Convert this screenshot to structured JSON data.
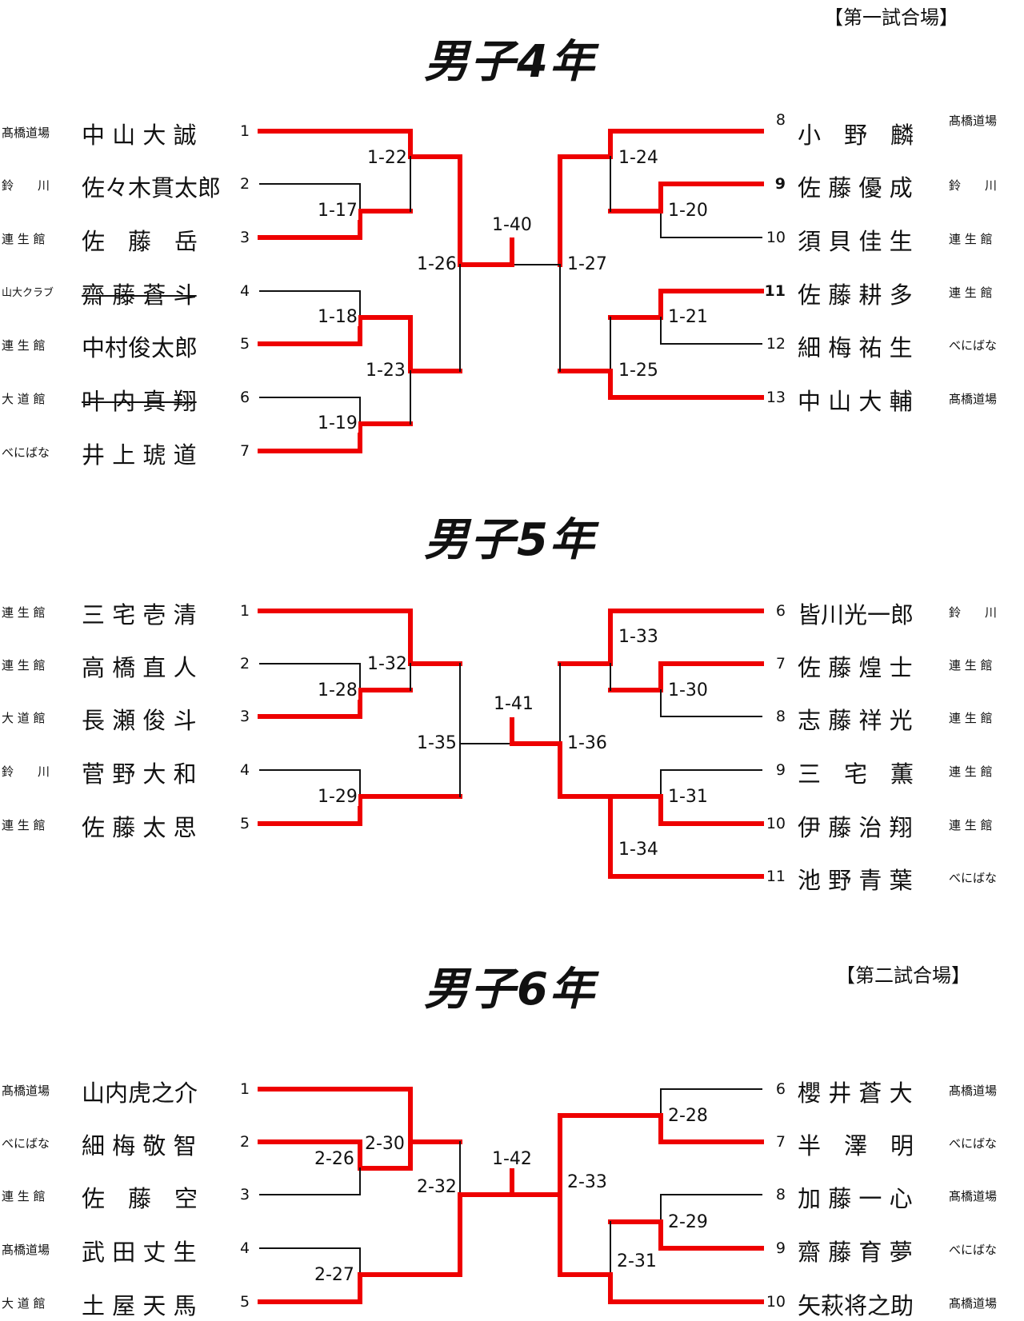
{
  "venue_1": "【第一試合場】",
  "venue_2": "【第二試合場】",
  "sections": [
    {
      "title": "男子4年",
      "left": [
        {
          "seed": "1",
          "name": "中 山 大 誠",
          "team": "髙橋道場",
          "winner": true
        },
        {
          "seed": "2",
          "name": "佐々木貫太郎",
          "team": "鈴　　川",
          "winner": false
        },
        {
          "seed": "3",
          "name": "佐　藤　岳",
          "team": "連 生 館",
          "winner": true
        },
        {
          "seed": "4",
          "name": "齋 藤 蒼 斗",
          "team": "山大クラブ",
          "winner": false,
          "withdrawn": true
        },
        {
          "seed": "5",
          "name": "中村俊太郎",
          "team": "連 生 館",
          "winner": true
        },
        {
          "seed": "6",
          "name": "叶 内 真 翔",
          "team": "大 道 館",
          "winner": false,
          "withdrawn": true
        },
        {
          "seed": "7",
          "name": "井 上 琥 道",
          "team": "べにばな",
          "winner": true
        }
      ],
      "right": [
        {
          "seed": "8",
          "name": "小　野　麟",
          "team": "髙橋道場",
          "winner": true
        },
        {
          "seed": "9",
          "name": "佐 藤 優 成",
          "team": "鈴　　川",
          "winner": false
        },
        {
          "seed": "10",
          "name": "須 貝 佳 生",
          "team": "連 生 館",
          "winner": false
        },
        {
          "seed": "11",
          "name": "佐 藤 耕 多",
          "team": "連 生 館",
          "winner": true
        },
        {
          "seed": "12",
          "name": "細 梅 祐 生",
          "team": "べにばな",
          "winner": false
        },
        {
          "seed": "13",
          "name": "中 山 大 輔",
          "team": "髙橋道場",
          "winner": true
        }
      ],
      "matches": [
        "1-17",
        "1-18",
        "1-19",
        "1-20",
        "1-21",
        "1-22",
        "1-23",
        "1-24",
        "1-25",
        "1-26",
        "1-27",
        "1-40"
      ]
    },
    {
      "title": "男子5年",
      "left": [
        {
          "seed": "1",
          "name": "三 宅 壱 清",
          "team": "連 生 館",
          "winner": true
        },
        {
          "seed": "2",
          "name": "高 橋 直 人",
          "team": "連 生 館",
          "winner": false
        },
        {
          "seed": "3",
          "name": "長 瀬 俊 斗",
          "team": "大 道 館",
          "winner": true
        },
        {
          "seed": "4",
          "name": "菅 野 大 和",
          "team": "鈴　　川",
          "winner": false
        },
        {
          "seed": "5",
          "name": "佐 藤 太 思",
          "team": "連 生 館",
          "winner": true
        }
      ],
      "right": [
        {
          "seed": "6",
          "name": "皆川光一郎",
          "team": "鈴　　川",
          "winner": true
        },
        {
          "seed": "7",
          "name": "佐 藤 煌 士",
          "team": "連 生 館",
          "winner": true
        },
        {
          "seed": "8",
          "name": "志 藤 祥 光",
          "team": "連 生 館",
          "winner": false
        },
        {
          "seed": "9",
          "name": "三　宅　薫",
          "team": "連 生 館",
          "winner": false
        },
        {
          "seed": "10",
          "name": "伊 藤 治 翔",
          "team": "連 生 館",
          "winner": true
        },
        {
          "seed": "11",
          "name": "池 野 青 葉",
          "team": "べにばな",
          "winner": true
        }
      ],
      "matches": [
        "1-28",
        "1-29",
        "1-30",
        "1-31",
        "1-32",
        "1-33",
        "1-34",
        "1-35",
        "1-36",
        "1-41"
      ]
    },
    {
      "title": "男子6年",
      "left": [
        {
          "seed": "1",
          "name": "山内虎之介",
          "team": "髙橋道場",
          "winner": true
        },
        {
          "seed": "2",
          "name": "細 梅 敬 智",
          "team": "べにばな",
          "winner": true
        },
        {
          "seed": "3",
          "name": "佐　藤　空",
          "team": "連 生 館",
          "winner": false
        },
        {
          "seed": "4",
          "name": "武 田 丈 生",
          "team": "髙橋道場",
          "winner": false
        },
        {
          "seed": "5",
          "name": "土 屋 天 馬",
          "team": "大 道 館",
          "winner": true
        }
      ],
      "right": [
        {
          "seed": "6",
          "name": "櫻 井 蒼 大",
          "team": "髙橋道場",
          "winner": false
        },
        {
          "seed": "7",
          "name": "半　澤　明",
          "team": "べにばな",
          "winner": true
        },
        {
          "seed": "8",
          "name": "加 藤 一 心",
          "team": "髙橋道場",
          "winner": false
        },
        {
          "seed": "9",
          "name": "齋 藤 育 夢",
          "team": "べにばな",
          "winner": true
        },
        {
          "seed": "10",
          "name": "矢萩将之助",
          "team": "髙橋道場",
          "winner": true
        }
      ],
      "matches": [
        "2-26",
        "2-27",
        "2-28",
        "2-29",
        "2-30",
        "2-31",
        "2-32",
        "2-33",
        "1-42"
      ]
    }
  ]
}
